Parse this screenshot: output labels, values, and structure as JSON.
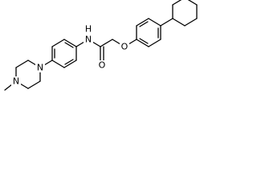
{
  "molecule": {
    "atoms": {
      "methyl_label": "N",
      "piperazine_n1": "N",
      "amide_n": "N",
      "amide_h": "H",
      "carbonyl_o": "O",
      "ether_o": "O"
    },
    "colors": {
      "bond": "#000000",
      "text": "#000000",
      "background": "#ffffff"
    }
  }
}
